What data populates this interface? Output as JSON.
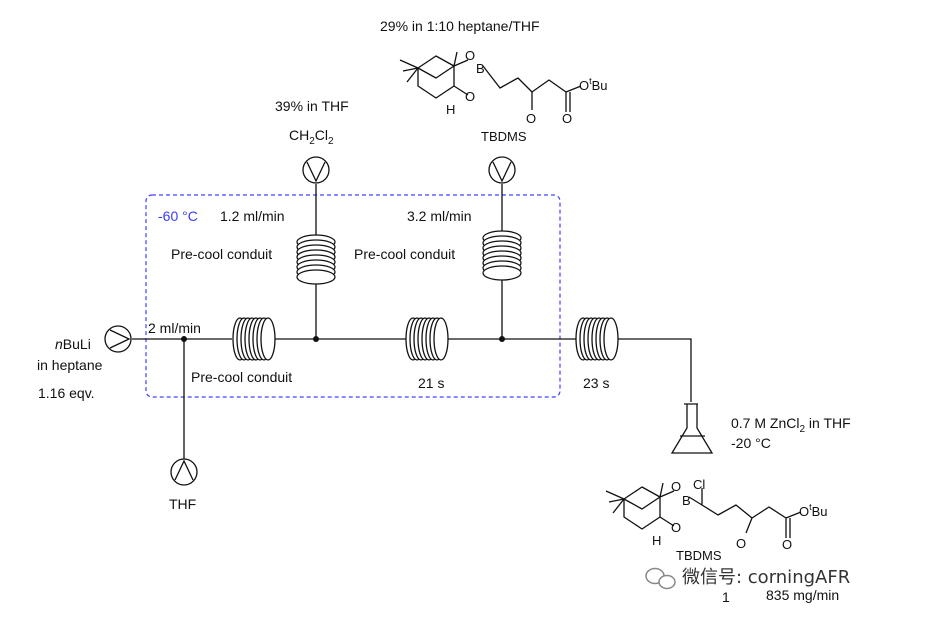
{
  "box": {
    "temperature": "-60 °C",
    "color": "#4040ff"
  },
  "pump_nbuli": {
    "italic": "n",
    "reagent": "BuLi",
    "line2": "in heptane",
    "line3": "1.16 eqv.",
    "flow": "2 ml/min"
  },
  "pump_thf": {
    "label": "THF"
  },
  "pump_ch2cl2": {
    "conc": "39% in THF",
    "name_a": "CH",
    "sub1": "2",
    "name_b": "Cl",
    "sub2": "2",
    "flow": "1.2 ml/min"
  },
  "pump_boronate": {
    "conc": "29% in 1:10 heptane/THF",
    "flow": "3.2 ml/min"
  },
  "coils": {
    "precool_1": "Pre-cool conduit",
    "precool_2": "Pre-cool conduit",
    "precool_3": "Pre-cool conduit",
    "res_1": "21 s",
    "res_2": "23 s"
  },
  "quench": {
    "text_a": "0.7 M ZnCl",
    "sub": "2",
    "text_b": " in THF",
    "temp": "-20 °C"
  },
  "atoms": {
    "O": "O",
    "B": "B",
    "H": "H",
    "Cl": "Cl",
    "tbu_sup": "t",
    "tbu": "Bu",
    "tbdms": "TBDMS"
  },
  "product": {
    "number": "1",
    "rate": "835 mg/min"
  },
  "watermark": {
    "text": "微信号: corningAFR"
  }
}
